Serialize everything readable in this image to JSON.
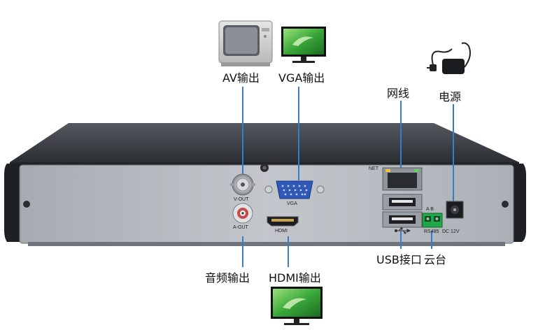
{
  "labels": {
    "av_out": "AV输出",
    "vga_out": "VGA输出",
    "network": "网线",
    "power": "电源",
    "audio_out": "音频输出",
    "hdmi_out": "HDMI输出",
    "usb": "USB接口",
    "ptz": "云台"
  },
  "panel_text": {
    "net": "NET",
    "v_out": "V-OUT",
    "a_out": "A-OUT",
    "vga": "VGA",
    "hdmi": "HDMI",
    "ab": "A  B",
    "rs485": "RS485",
    "dc": "DC 12V"
  },
  "colors": {
    "connector_line": "#3a7bc8",
    "panel": "#b4b9bf",
    "chassis_top": "#3a3d42",
    "vga_port": "#2f58b8",
    "terminal": "#1fa84a"
  },
  "icons": [
    "crt-tv-icon",
    "lcd-monitor-icon",
    "power-adapter-icon",
    "usb-symbol-icon"
  ]
}
